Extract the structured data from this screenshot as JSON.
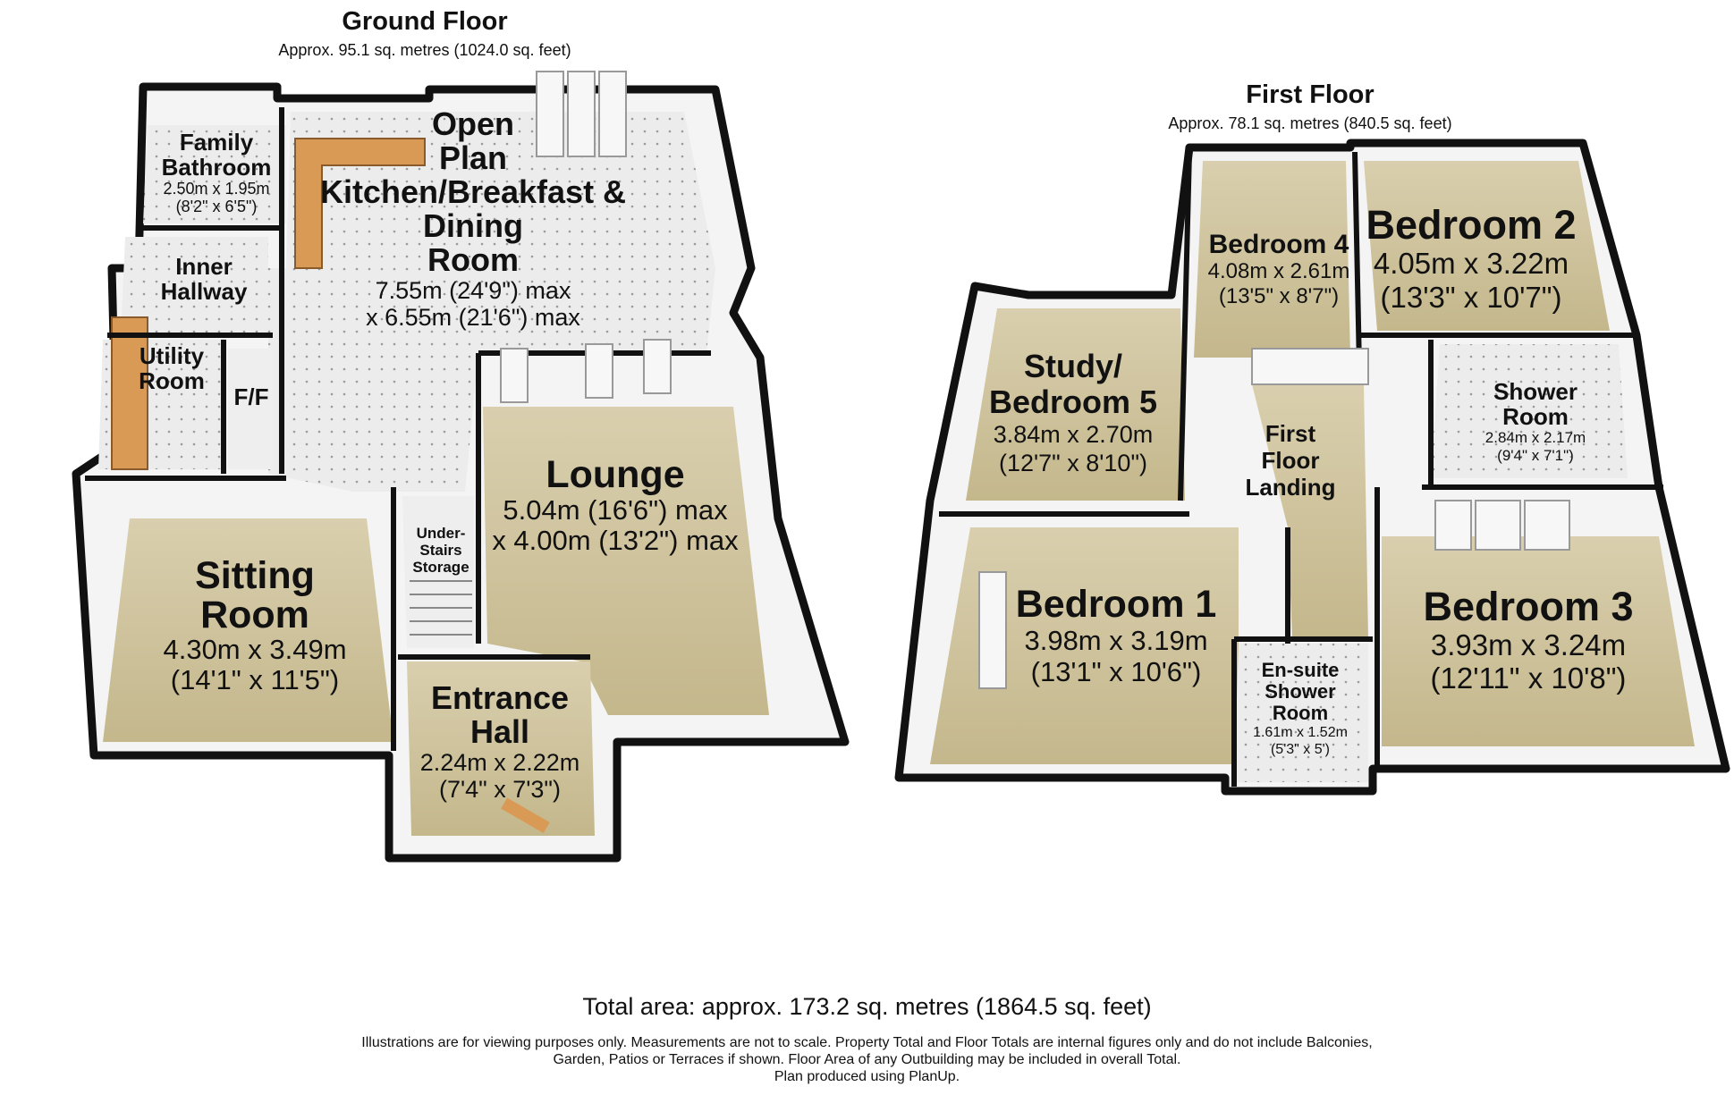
{
  "ground_floor": {
    "title": "Ground Floor",
    "area": "Approx. 95.1 sq. metres (1024.0 sq. feet)",
    "rooms": {
      "family_bathroom": {
        "name": [
          "Family",
          "Bathroom"
        ],
        "dim": "2.50m x 1.95m",
        "imp": "(8'2\" x 6'5\")"
      },
      "inner_hallway": {
        "name": [
          "Inner",
          "Hallway"
        ]
      },
      "utility_room": {
        "name": [
          "Utility",
          "Room"
        ]
      },
      "ff": {
        "name": [
          "F/F"
        ]
      },
      "kitchen": {
        "name": [
          "Open",
          "Plan",
          "Kitchen/Breakfast &",
          "Dining",
          "Room"
        ],
        "dim": "7.55m (24'9\") max",
        "imp": "x 6.55m (21'6\") max"
      },
      "sitting_room": {
        "name": [
          "Sitting",
          "Room"
        ],
        "dim": "4.30m x 3.49m",
        "imp": "(14'1\" x 11'5\")"
      },
      "under_stairs": {
        "name": [
          "Under-",
          "Stairs",
          "Storage"
        ]
      },
      "lounge": {
        "name": [
          "Lounge"
        ],
        "dim": "5.04m (16'6\") max",
        "imp": "x 4.00m (13'2\") max"
      },
      "entrance_hall": {
        "name": [
          "Entrance",
          "Hall"
        ],
        "dim": "2.24m x 2.22m",
        "imp": "(7'4\" x 7'3\")"
      }
    }
  },
  "first_floor": {
    "title": "First Floor",
    "area": "Approx. 78.1 sq. metres (840.5 sq. feet)",
    "rooms": {
      "bedroom4": {
        "name": [
          "Bedroom 4"
        ],
        "dim": "4.08m x 2.61m",
        "imp": "(13'5\" x 8'7\")"
      },
      "bedroom2": {
        "name": [
          "Bedroom 2"
        ],
        "dim": "4.05m x 3.22m",
        "imp": "(13'3\" x 10'7\")"
      },
      "study": {
        "name": [
          "Study/",
          "Bedroom 5"
        ],
        "dim": "3.84m x 2.70m",
        "imp": "(12'7\" x 8'10\")"
      },
      "shower_room": {
        "name": [
          "Shower",
          "Room"
        ],
        "dim": "2.84m x 2.17m",
        "imp": "(9'4\" x 7'1\")"
      },
      "landing": {
        "name": [
          "First",
          "Floor",
          "Landing"
        ]
      },
      "bedroom1": {
        "name": [
          "Bedroom 1"
        ],
        "dim": "3.98m x 3.19m",
        "imp": "(13'1\" x 10'6\")"
      },
      "ensuite": {
        "name": [
          "En-suite",
          "Shower",
          "Room"
        ],
        "dim": "1.61m x 1.52m",
        "imp": "(5'3\" x 5')"
      },
      "bedroom3": {
        "name": [
          "Bedroom 3"
        ],
        "dim": "3.93m x 3.24m",
        "imp": "(12'11\" x 10'8\")"
      }
    }
  },
  "total_area": "Total area: approx. 173.2 sq. metres (1864.5 sq. feet)",
  "disclaimer": [
    "Illustrations are for viewing purposes only. Measurements are not to scale. Property Total and Floor Totals are internal figures only and do not include Balconies,",
    "Garden, Patios or Terraces if shown. Floor Area of any Outbuilding may be included in overall Total.",
    "Plan produced using PlanUp."
  ],
  "colors": {
    "carpet": "#cfc29a",
    "wall_top": "#111111",
    "wall_inner": "#f2f2f2",
    "tile": "#e9e9e9",
    "worktop": "#d99a55"
  }
}
